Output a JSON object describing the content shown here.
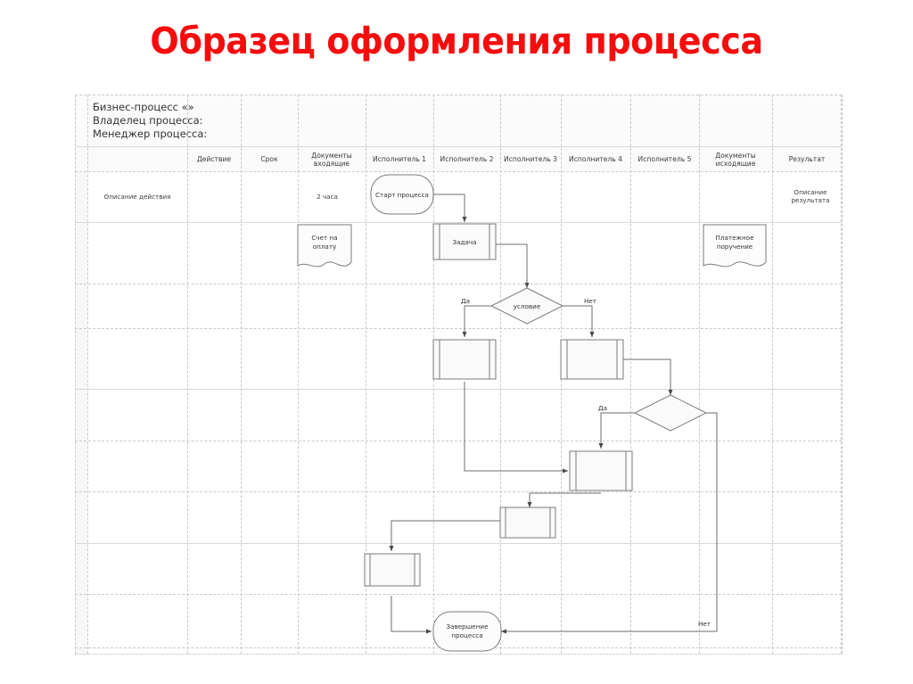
{
  "slide": {
    "title": "Образец оформления процесса",
    "title_color": "#f50d0d",
    "background": "#ffffff"
  },
  "process_header": {
    "business_process": "Бизнес-процесс «»",
    "process_owner": "Владелец процесса:",
    "process_manager": "Менеджер процесса:"
  },
  "table": {
    "columns": [
      {
        "key": "action",
        "label": "Действие"
      },
      {
        "key": "term",
        "label": "Срок"
      },
      {
        "key": "docs_in",
        "label": "Документы входящие"
      },
      {
        "key": "actor1",
        "label": "Исполнитель 1"
      },
      {
        "key": "actor2",
        "label": "Исполнитель 2"
      },
      {
        "key": "actor3",
        "label": "Исполнитель 3"
      },
      {
        "key": "actor4",
        "label": "Исполнитель 4"
      },
      {
        "key": "actor5",
        "label": "Исполнитель 5"
      },
      {
        "key": "docs_out",
        "label": "Документы исходящие"
      },
      {
        "key": "result",
        "label": "Результат"
      }
    ],
    "row_count": 10,
    "cells": {
      "action_description": "Описание действия",
      "term_value": "2 часа",
      "result_description": "Описание результата"
    },
    "grid_color": "#c9c9c9",
    "border_color": "#d8d8d8"
  },
  "flowchart": {
    "type": "flowchart",
    "shape_fill": "#fafafa",
    "shape_stroke": "#7b7b7b",
    "connector_color": "#6e6e6e",
    "nodes": [
      {
        "id": "start",
        "shape": "terminator",
        "label": "Старт процесса",
        "column": "actor1",
        "row": 1
      },
      {
        "id": "task",
        "shape": "subprocess",
        "label": "Задача",
        "column": "actor2",
        "row": 2
      },
      {
        "id": "doc_in",
        "shape": "document",
        "label": "Счет на оплату",
        "column": "docs_in",
        "row": 2
      },
      {
        "id": "doc_out",
        "shape": "document",
        "label": "Платежное поручение",
        "column": "docs_out",
        "row": 2
      },
      {
        "id": "decision1",
        "shape": "decision",
        "label": "условие",
        "column": "actor3",
        "row": 3
      },
      {
        "id": "task_yes",
        "shape": "subprocess",
        "label": "",
        "column": "actor2",
        "row": 4
      },
      {
        "id": "task_no",
        "shape": "subprocess",
        "label": "",
        "column": "actor4",
        "row": 4
      },
      {
        "id": "decision2",
        "shape": "decision",
        "label": "",
        "column": "actor5",
        "row": 5
      },
      {
        "id": "task_merge",
        "shape": "subprocess",
        "label": "",
        "column": "actor4",
        "row": 6
      },
      {
        "id": "task_next",
        "shape": "subprocess",
        "label": "",
        "column": "actor3",
        "row": 7
      },
      {
        "id": "task_last",
        "shape": "subprocess",
        "label": "",
        "column": "actor2",
        "row": 8
      },
      {
        "id": "end",
        "shape": "terminator",
        "label": "Завершение процесса",
        "column": "actor2",
        "row": 10
      }
    ],
    "branch_labels": [
      {
        "id": "d1-yes",
        "text": "Да",
        "from": "decision1"
      },
      {
        "id": "d1-no",
        "text": "Нет",
        "from": "decision1"
      },
      {
        "id": "d2-yes",
        "text": "Да",
        "from": "decision2"
      },
      {
        "id": "d2-no",
        "text": "Нет",
        "from": "decision2"
      }
    ]
  }
}
